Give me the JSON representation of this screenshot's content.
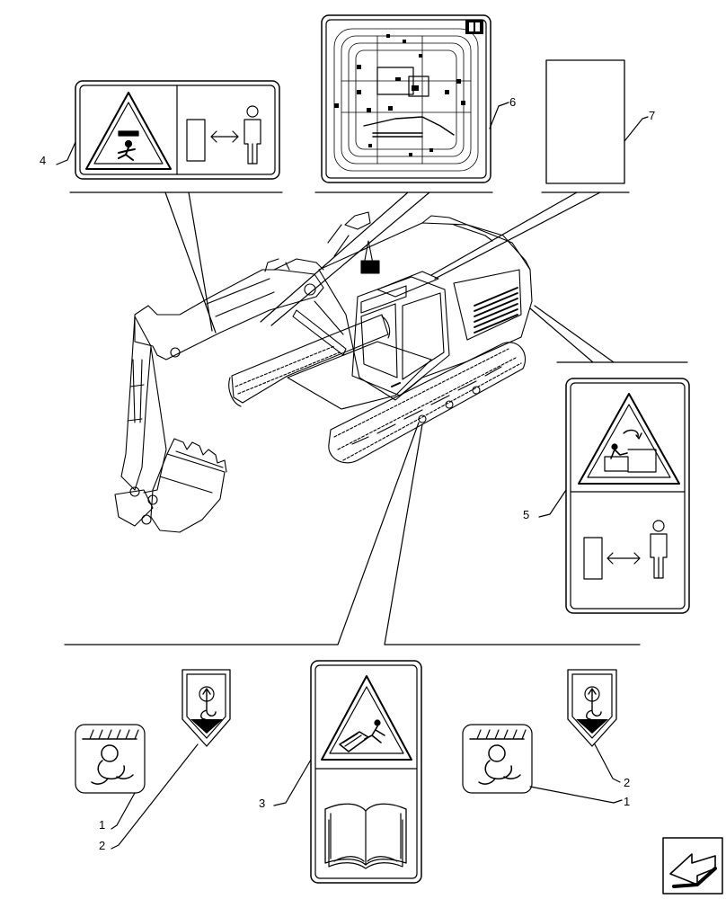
{
  "diagram": {
    "type": "exploded-parts-diagram",
    "subject": "excavator-decals",
    "callouts": [
      {
        "id": "c1a",
        "label": "1"
      },
      {
        "id": "c2a",
        "label": "2"
      },
      {
        "id": "c3",
        "label": "3"
      },
      {
        "id": "c4",
        "label": "4"
      },
      {
        "id": "c5",
        "label": "5"
      },
      {
        "id": "c6",
        "label": "6"
      },
      {
        "id": "c7",
        "label": "7"
      },
      {
        "id": "c2b",
        "label": "2"
      },
      {
        "id": "c1b",
        "label": "1"
      }
    ],
    "decals": [
      {
        "callout": "4",
        "icons": [
          "crush-hazard-warning-icon",
          "keep-distance-person-icon"
        ]
      },
      {
        "callout": "6",
        "icons": [
          "lubrication-chart-icon",
          "operator-manual-book-icon"
        ]
      },
      {
        "callout": "7",
        "icons": []
      },
      {
        "callout": "5",
        "icons": [
          "swing-crush-warning-icon",
          "keep-distance-person-icon"
        ]
      },
      {
        "callout": "3",
        "icons": [
          "track-entanglement-warning-icon",
          "read-manual-book-icon"
        ]
      },
      {
        "callout": "1",
        "icons": [
          "tie-down-point-icon"
        ]
      },
      {
        "callout": "2",
        "icons": [
          "lifting-point-hook-icon"
        ]
      }
    ],
    "nav_icon": "next-page-arrow-icon",
    "line_color": "#000000",
    "background": "#ffffff"
  }
}
